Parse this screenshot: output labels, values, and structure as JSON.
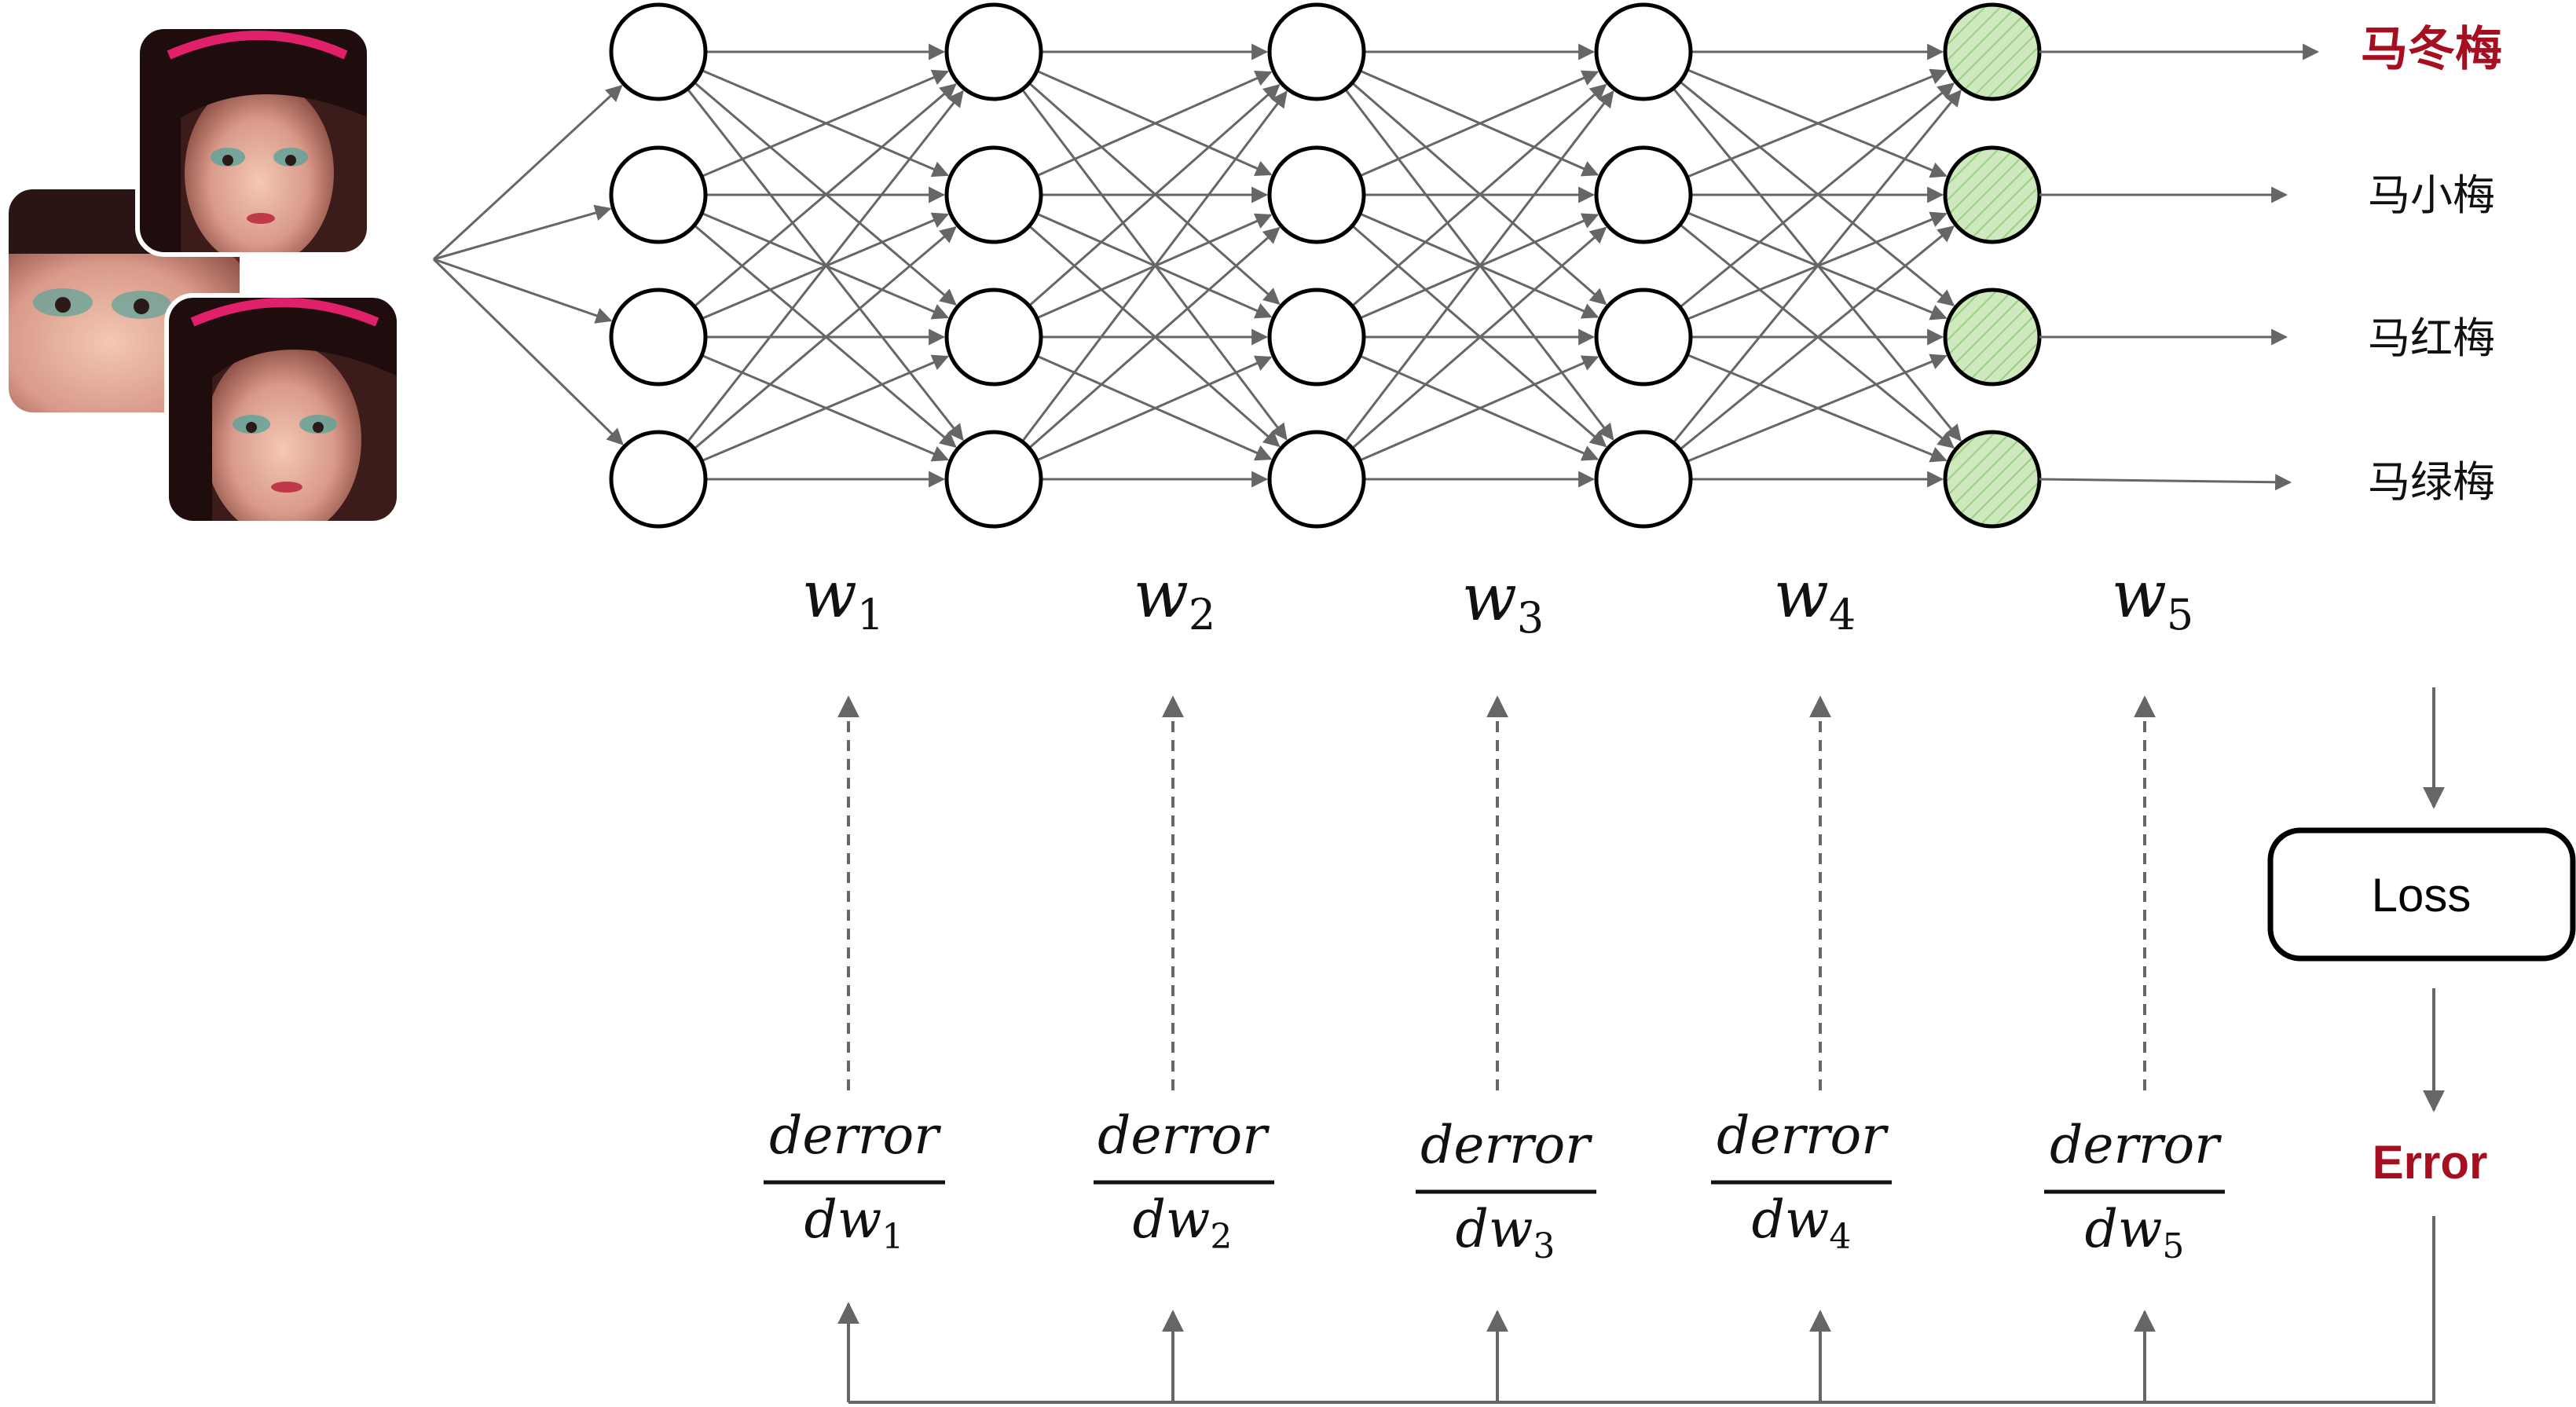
{
  "colors": {
    "line": "#666666",
    "node_stroke": "#000000",
    "output_fill": "#cde9bd",
    "output_hatch": "#9bcf86",
    "accent_red": "#a50f1f",
    "text": "#111111"
  },
  "input": {
    "photos": [
      "face-photo-1",
      "face-photo-2",
      "face-photo-3"
    ]
  },
  "network": {
    "layers": 5,
    "nodes_per_layer": 4
  },
  "outputs": {
    "labels": [
      "马冬梅",
      "马小梅",
      "马红梅",
      "马绿梅"
    ],
    "highlighted_index": 0
  },
  "weights": {
    "symbol": "w",
    "indices": [
      "1",
      "2",
      "3",
      "4",
      "5"
    ]
  },
  "gradients": {
    "numerator": "derror",
    "denominator_prefix": "dw",
    "indices": [
      "1",
      "2",
      "3",
      "4",
      "5"
    ]
  },
  "loss": {
    "label": "Loss"
  },
  "error": {
    "label": "Error"
  }
}
